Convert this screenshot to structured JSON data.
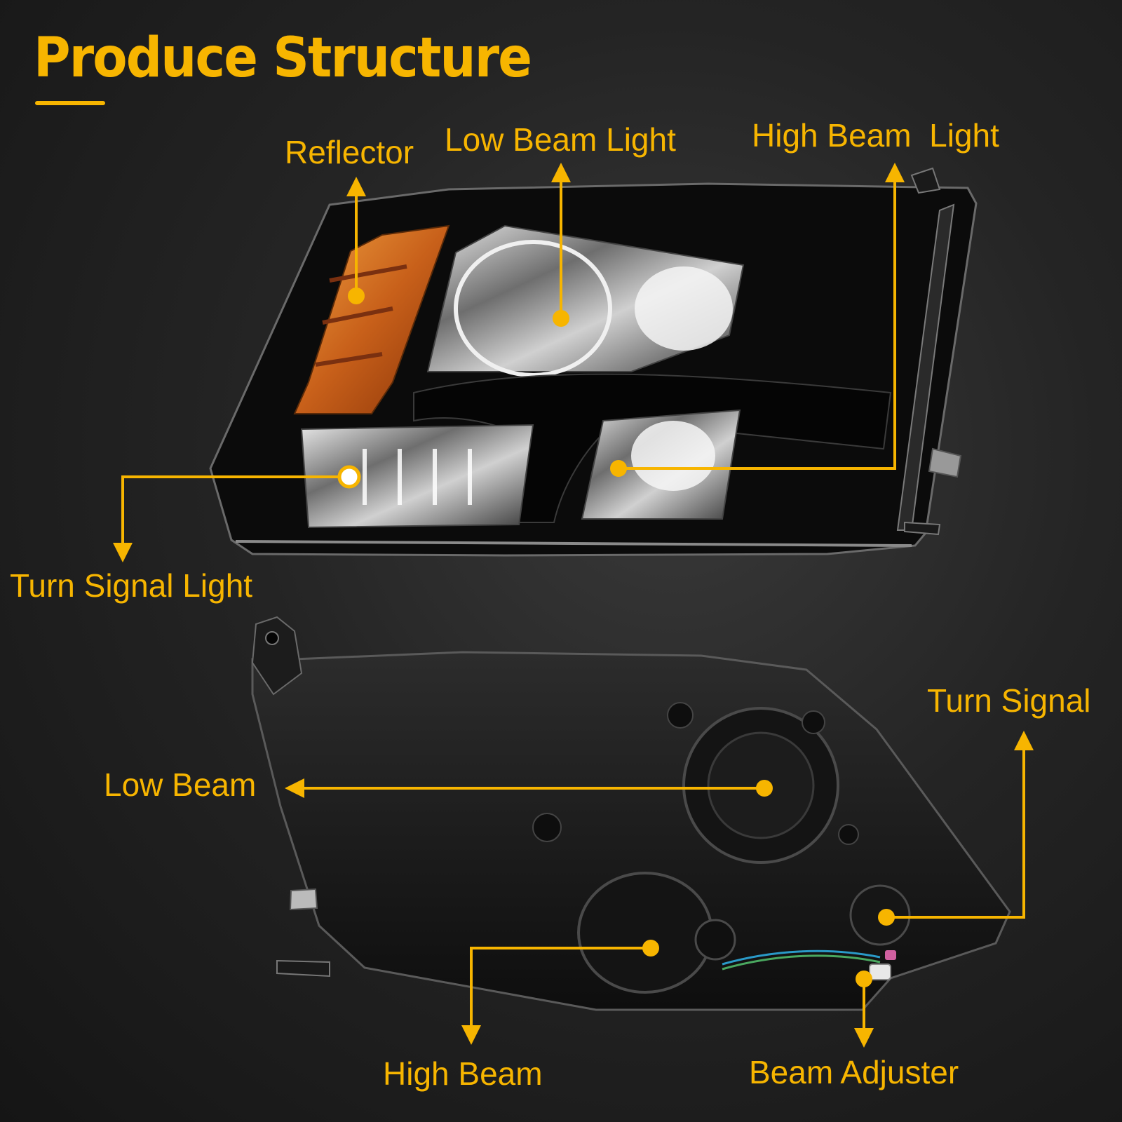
{
  "title": "Produce Structure",
  "colors": {
    "accent": "#f7b500",
    "amber_lens": "#d2701a",
    "housing": "#0c0c0c",
    "chrome": "#9a9a9a"
  },
  "top_view": {
    "labels": {
      "reflector": "Reflector",
      "low_beam_light": "Low Beam Light",
      "high_beam_light": "High Beam  Light",
      "turn_signal_light": "Turn Signal Light"
    }
  },
  "bottom_view": {
    "labels": {
      "turn_signal": "Turn Signal",
      "low_beam": "Low Beam",
      "high_beam": "High Beam",
      "beam_adjuster": "Beam Adjuster"
    }
  }
}
